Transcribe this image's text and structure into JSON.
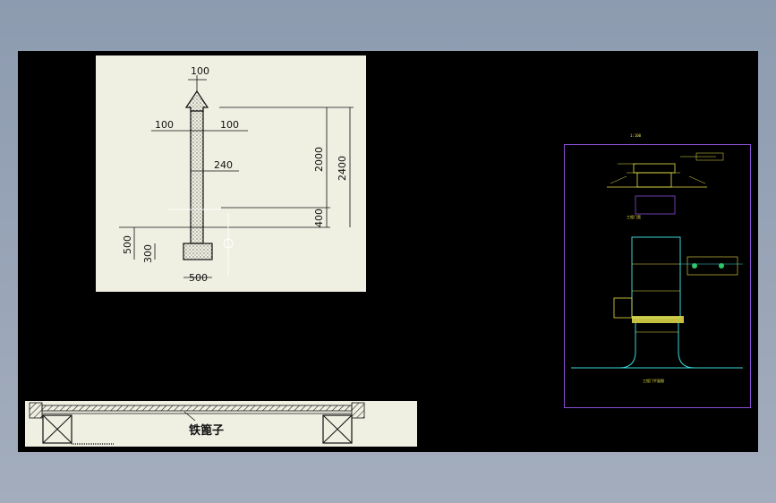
{
  "wall_section": {
    "top_width": "100",
    "left_offset": "100",
    "right_offset": "100",
    "wall_thickness": "240",
    "height_upper": "2000",
    "height_lower": "400",
    "height_total": "2400",
    "depth_footing": "500",
    "footing_height": "300",
    "footing_width": "500"
  },
  "railing": {
    "label": "铁篦子"
  },
  "site_sheet": {
    "scale_note": "1:100",
    "section_title": "工程门宽",
    "plan_title": "工程门平面图"
  },
  "colors": {
    "workspace": "#000000",
    "paper": "#efefe2",
    "frame": "#8a4dd6",
    "cad_yellow": "#e8e24a",
    "cad_cyan": "#3ad6d6",
    "cad_green": "#2ec76a"
  }
}
